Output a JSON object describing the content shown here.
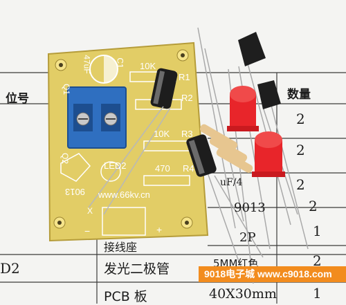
{
  "table": {
    "header_position": "位号",
    "header_quantity": "数量",
    "quantities": [
      "2",
      "2",
      "2",
      "2",
      "1",
      "2",
      "1"
    ],
    "partial_row_ref": "D2",
    "partial_row_desc": "发光二极管",
    "partial_row_spec": "5MM红色",
    "last_row_desc": "PCB 板",
    "last_row_spec": "40X30mm",
    "fragment_9013": "9013",
    "fragment_2p": "2P",
    "fragment_uf": "uF/4",
    "fragment_terminal": "接线座"
  },
  "pcb": {
    "cap_label": "47uF",
    "c1_label": "C1",
    "r1_value": "10K",
    "r1_ref": "R1",
    "r2_ref": "R2",
    "r3_value": "10K",
    "r3_ref": "R3",
    "r4_value": "470",
    "r4_ref": "R4",
    "q1_ref": "Q1",
    "q2_ref": "Q2",
    "led_ref": "LED2",
    "transistor_text": "9013",
    "url": "www.66kv.cn",
    "x_mark": "X",
    "minus_mark": "−",
    "plus_mark": "+"
  },
  "watermark": {
    "text": "9018电子城  www.c9018.com"
  },
  "colors": {
    "pcb": "#e6d06a",
    "terminal_block": "#2f6fc0",
    "capacitor": "#1d1d1d",
    "led": "#e8252a",
    "watermark_bg": "#f28c1e"
  }
}
